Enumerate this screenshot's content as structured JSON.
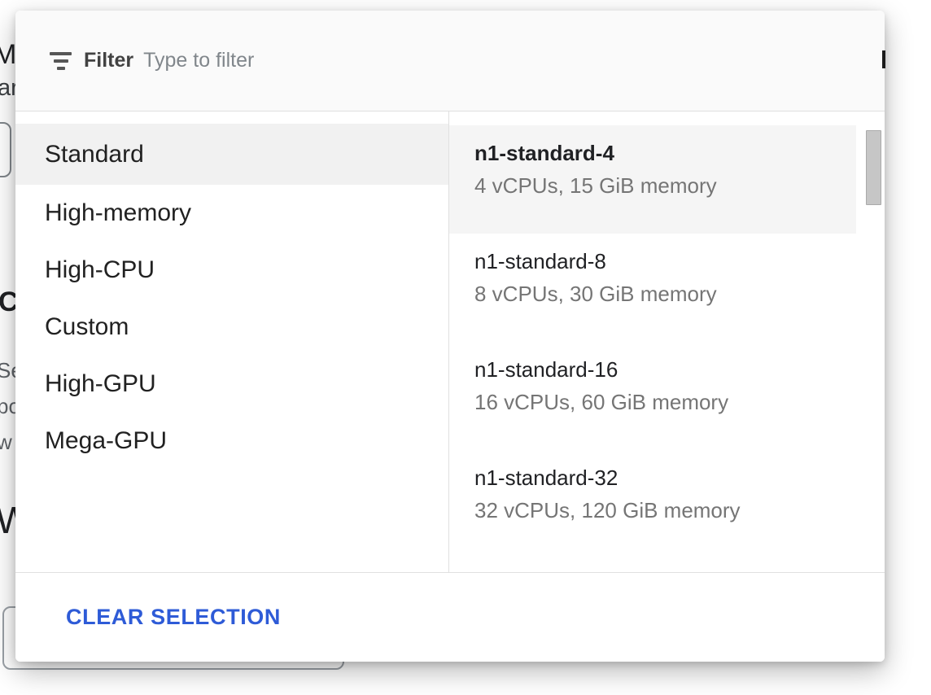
{
  "dialog": {
    "filter": {
      "icon": "filter-list-icon",
      "label": "Filter",
      "placeholder": "Type to filter"
    },
    "categories": [
      {
        "label": "Standard",
        "selected": true
      },
      {
        "label": "High-memory",
        "selected": false
      },
      {
        "label": "High-CPU",
        "selected": false
      },
      {
        "label": "Custom",
        "selected": false
      },
      {
        "label": "High-GPU",
        "selected": false
      },
      {
        "label": "Mega-GPU",
        "selected": false
      }
    ],
    "machine_types": [
      {
        "name": "n1-standard-4",
        "description": "4 vCPUs, 15 GiB memory",
        "selected": true
      },
      {
        "name": "n1-standard-8",
        "description": "8 vCPUs, 30 GiB memory",
        "selected": false
      },
      {
        "name": "n1-standard-16",
        "description": "16 vCPUs, 60 GiB memory",
        "selected": false
      },
      {
        "name": "n1-standard-32",
        "description": "32 vCPUs, 120 GiB memory",
        "selected": false
      }
    ],
    "footer": {
      "clear_button_label": "CLEAR SELECTION"
    }
  },
  "background_fragments": {
    "text_1": "M",
    "text_2": "ar",
    "text_3": "C",
    "text_4": "Se",
    "text_5": "po",
    "text_6": "w",
    "text_7": "W"
  },
  "colors": {
    "accent_blue": "#2e5bd7",
    "filter_bar_bg": "#fafafa",
    "selected_category_bg": "#f1f1f1",
    "selected_machine_bg": "#f5f5f5",
    "divider": "#e0e0e0",
    "primary_text": "#212121",
    "secondary_text": "#757575"
  }
}
